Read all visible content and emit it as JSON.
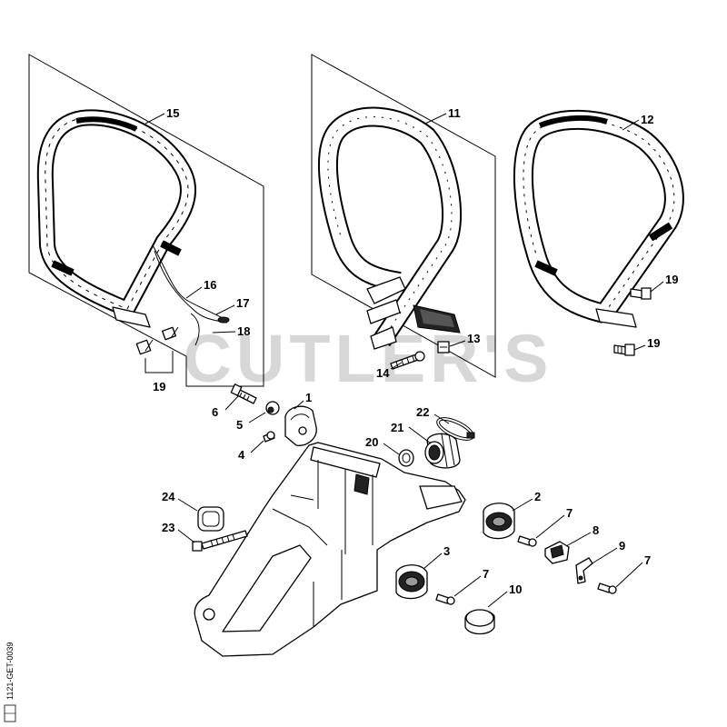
{
  "diagram": {
    "callouts": [
      "15",
      "11",
      "12",
      "16",
      "17",
      "18",
      "19",
      "19",
      "19",
      "13",
      "14",
      "1",
      "6",
      "5",
      "4",
      "22",
      "21",
      "20",
      "2",
      "7",
      "8",
      "9",
      "7",
      "3",
      "7",
      "10",
      "24",
      "23"
    ]
  },
  "watermark": "CUTLER'S",
  "drawing_code": "1121-GET-0039",
  "colors": {
    "line": "#000000",
    "watermark": "#bdbdbd",
    "background": "#ffffff"
  }
}
